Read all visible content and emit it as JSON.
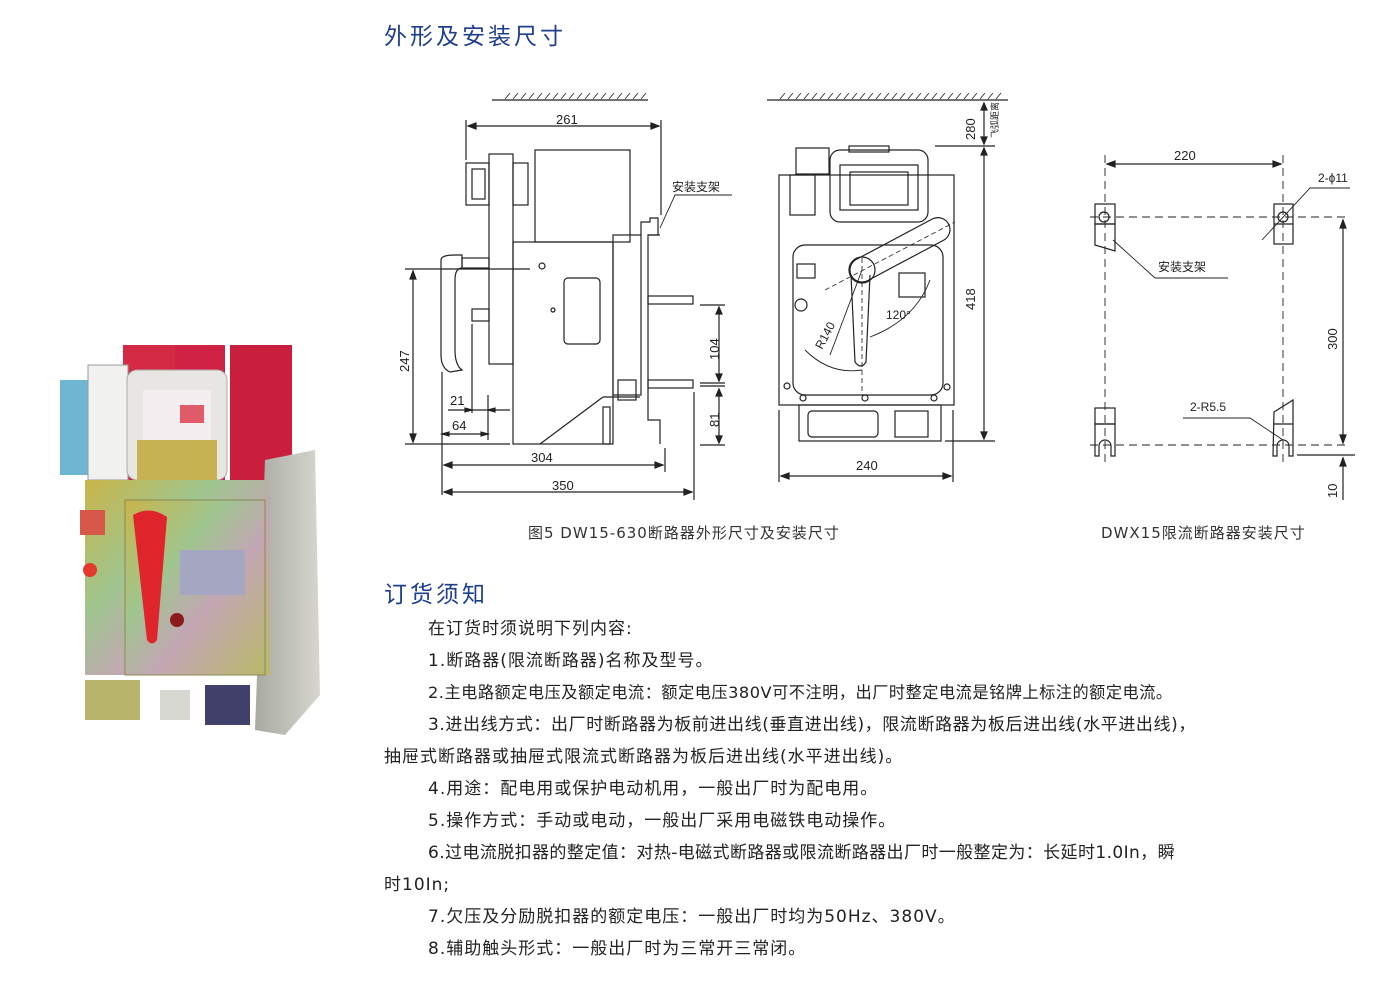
{
  "section1": {
    "heading": "外形及安装尺寸",
    "figure_left": {
      "caption": "图5 DW15-630断路器外形尺寸及安装尺寸",
      "side_view": {
        "dim_top": "261",
        "label_bracket": "安装支架",
        "dim_height": "247",
        "dim_21": "21",
        "dim_64": "64",
        "dim_304": "304",
        "dim_350": "350",
        "dim_104": "104",
        "dim_81": "81"
      },
      "front_view": {
        "dim_280": "280",
        "label_arc": "飞弧距离",
        "dim_418": "418",
        "dim_r140": "R140",
        "dim_angle": "120°",
        "dim_240": "240"
      }
    },
    "figure_right": {
      "caption": "DWX15限流断路器安装尺寸",
      "dim_220": "220",
      "dim_hole": "2-ϕ11",
      "label_bracket": "安装支架",
      "dim_300": "300",
      "dim_slot": "2-R5.5",
      "dim_10": "10"
    }
  },
  "section2": {
    "heading": "订货须知",
    "intro": "在订货时须说明下列内容:",
    "items": [
      "1.断路器(限流断路器)名称及型号。",
      "2.主电路额定电压及额定电流：额定电压380V可不注明，出厂时整定电流是铭牌上标注的额定电流。",
      "3.进出线方式：出厂时断路器为板前进出线(垂直进出线)，限流断路器为板后进出线(水平进出线)，",
      "抽屉式断路器或抽屉式限流式断路器为板后进出线(水平进出线)。",
      "4.用途：配电用或保护电动机用，一般出厂时为配电用。",
      "5.操作方式：手动或电动，一般出厂采用电磁铁电动操作。",
      "6.过电流脱扣器的整定值：对热-电磁式断路器或限流断路器出厂时一般整定为：长延时1.0In，瞬",
      "时10In;",
      "7.欠压及分励脱扣器的额定电压：一般出厂时均为50Hz、380V。",
      "8.辅助触头形式：一般出厂时为三常开三常闭。"
    ]
  },
  "colors": {
    "heading": "#1f3f8c",
    "handle_red": "#d8262f",
    "body_metal": "#b7b86a"
  }
}
